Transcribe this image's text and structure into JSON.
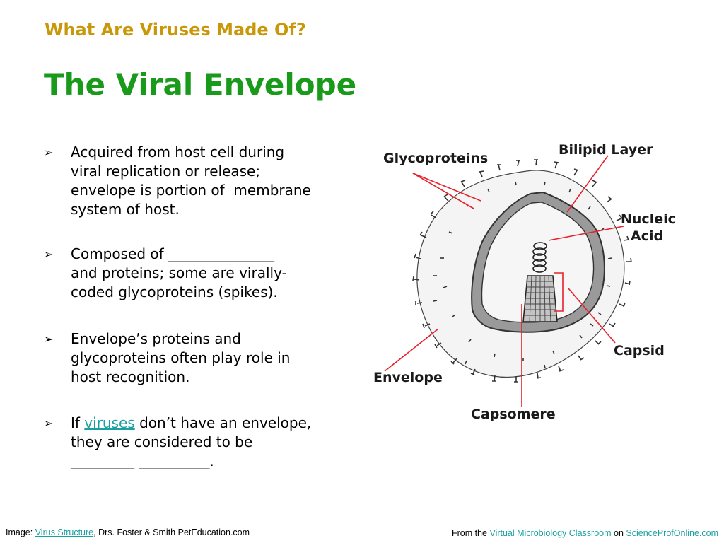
{
  "slide": {
    "subtitle": "What Are Viruses Made Of?",
    "title": "The Viral Envelope"
  },
  "bullets": [
    {
      "lines": [
        "Acquired from host cell during",
        "viral replication or release;",
        "envelope is portion of  membrane",
        "system of host."
      ]
    },
    {
      "lines": [
        "Composed of _______________",
        "and proteins; some are virally-",
        "coded glycoproteins (spikes)."
      ]
    },
    {
      "lines": [
        "Envelope’s proteins and",
        "glycoproteins often play role in",
        "host recognition."
      ]
    },
    {
      "line1_prefix": "If ",
      "line1_link": "viruses",
      "line1_suffix": " don’t have an envelope,",
      "line2": "they are considered to be",
      "line3": "_________ __________."
    }
  ],
  "diagram": {
    "labels": {
      "glycoproteins": "Glycoproteins",
      "bilipid_layer": "Bilipid Layer",
      "nucleic_acid_line1": "Nucleic",
      "nucleic_acid_line2": "Acid",
      "capsid": "Capsid",
      "envelope": "Envelope",
      "capsomere": "Capsomere"
    },
    "icons": [
      "virus-diagram-image"
    ]
  },
  "footer": {
    "left_prefix": "Image: ",
    "left_link": "Virus Structure",
    "left_suffix": ", Drs. Foster & Smith PetEducation.com",
    "right_prefix": "From the  ",
    "right_link1": "Virtual Microbiology Classroom",
    "right_mid": " on ",
    "right_link2": "ScienceProfOnline.com"
  },
  "colors": {
    "subtitle": "#c8980a",
    "title": "#1a9a1a",
    "link": "#1aa0a0",
    "leader_line": "#e8202a",
    "membrane_outline": "#333333",
    "membrane_fill": "#9a9a9a",
    "interior_fill": "#f6f6f6",
    "envelope_fill": "#f4f4f4"
  }
}
